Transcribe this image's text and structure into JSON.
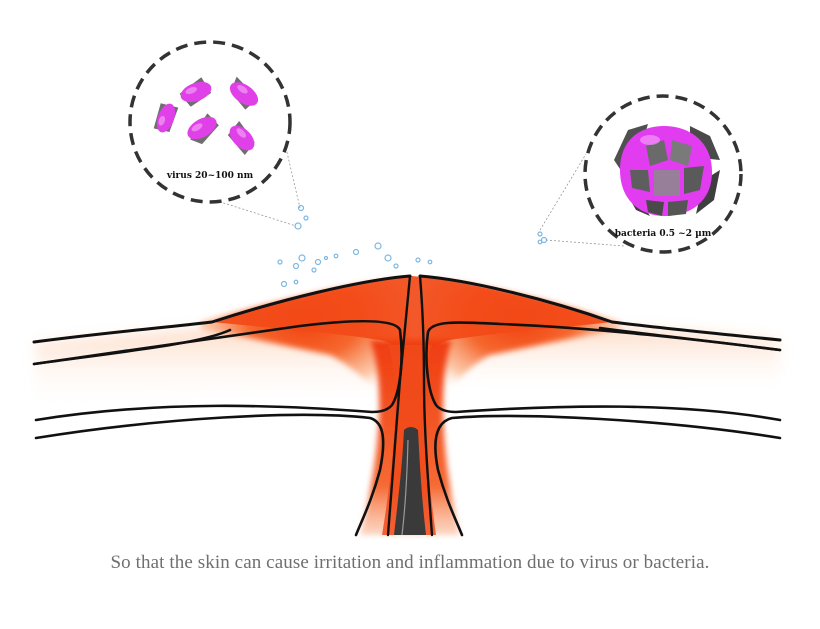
{
  "callouts": {
    "virus": {
      "label": "virus 20~100 nm"
    },
    "bacteria": {
      "label": "bacteria 0.5 ~2 µm"
    }
  },
  "caption": "So that the skin can cause irritation and inflammation due to virus or bacteria.",
  "colors": {
    "inflammation": "#f2541f",
    "inflammation_light": "#fbd2b8",
    "virus": "#e040e8",
    "bacteria_magenta": "#e13cf0",
    "bacteria_gray": "#4a4a4a",
    "particles": "#7fb7e0",
    "caption_text": "#6f6f6f"
  }
}
